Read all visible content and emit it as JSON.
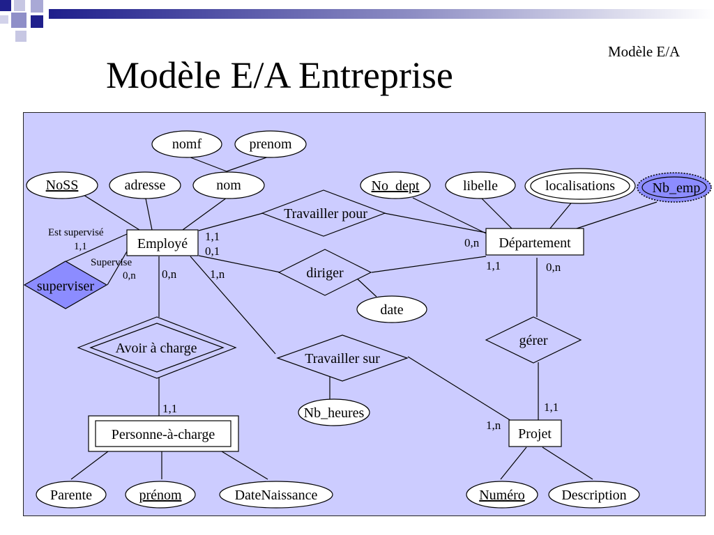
{
  "slide": {
    "title": "Modèle E/A Entreprise",
    "corner_label": "Modèle E/A",
    "accent_color": "#1f1f8c",
    "panel_color": "#ccccff",
    "highlight_color": "#8c8cff"
  },
  "entities": {
    "employe": "Employé",
    "departement": "Département",
    "projet": "Projet",
    "personne_a_charge": "Personne-à-charge"
  },
  "relationships": {
    "travailler_pour": "Travailler pour",
    "diriger": "diriger",
    "travailler_sur": "Travailler sur",
    "gerer": "gérer",
    "superviser": "superviser",
    "avoir_a_charge": "Avoir à charge"
  },
  "attributes": {
    "nomf": "nomf",
    "prenom": "prenom",
    "noss": "NoSS",
    "adresse": "adresse",
    "nom": "nom",
    "no_dept": "No_dept",
    "libelle": "libelle",
    "localisations": "localisations",
    "nb_emp": "Nb_emp",
    "date": "date",
    "nb_heures": "Nb_heures",
    "parente": "Parente",
    "prenom_dep": "prénom",
    "date_naissance": "DateNaissance",
    "numero": "Numéro",
    "description": "Description"
  },
  "cardinalities": {
    "emp_travailler_pour": "1,1",
    "emp_diriger": "0,1",
    "dept_travailler_pour": "0,n",
    "dept_diriger": "1,1",
    "dept_gerer": "0,n",
    "emp_avoir_charge": "0,n",
    "emp_travailler_sur": "1,n",
    "pac_avoir_charge": "1,1",
    "projet_gerer": "1,1",
    "projet_travailler_sur": "1,n",
    "est_supervise_label": "Est supervisé",
    "est_supervise_card": "1,1",
    "supervise_label": "Supervise",
    "supervise_card": "0,n"
  }
}
